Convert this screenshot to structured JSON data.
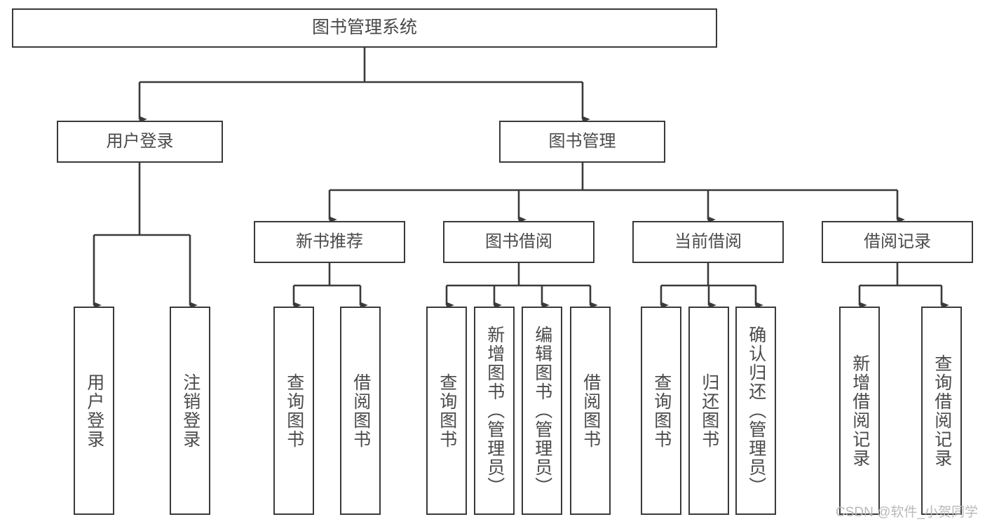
{
  "diagram": {
    "title": "图书管理系统",
    "type": "tree",
    "orientation": "top-down",
    "colors": {
      "box_border": "#3a3a3a",
      "box_fill": "#ffffff",
      "connector": "#3a3a3a",
      "text": "#4a4a4a",
      "watermark": "#b9b9b9",
      "background": "#ffffff"
    },
    "root": {
      "id": "root",
      "label": "图书管理系统"
    },
    "level1": [
      {
        "id": "user-login",
        "label": "用户登录"
      },
      {
        "id": "book-management",
        "label": "图书管理"
      }
    ],
    "level2": [
      {
        "id": "new-book-recommend",
        "label": "新书推荐",
        "parent": "book-management"
      },
      {
        "id": "book-borrow",
        "label": "图书借阅",
        "parent": "book-management"
      },
      {
        "id": "current-borrow",
        "label": "当前借阅",
        "parent": "book-management"
      },
      {
        "id": "borrow-record",
        "label": "借阅记录",
        "parent": "book-management"
      }
    ],
    "leaves": [
      {
        "id": "leaf-user-login",
        "label": "用户登录",
        "parent": "user-login"
      },
      {
        "id": "leaf-logout",
        "label": "注销登录",
        "parent": "user-login"
      },
      {
        "id": "leaf-query-book-1",
        "label": "查询图书",
        "parent": "new-book-recommend"
      },
      {
        "id": "leaf-borrow-book-1",
        "label": "借阅图书",
        "parent": "new-book-recommend"
      },
      {
        "id": "leaf-query-book-2",
        "label": "查询图书",
        "parent": "book-borrow"
      },
      {
        "id": "leaf-add-book",
        "label": "新增图书（管理员）",
        "parent": "book-borrow"
      },
      {
        "id": "leaf-edit-book",
        "label": "编辑图书（管理员）",
        "parent": "book-borrow"
      },
      {
        "id": "leaf-borrow-book-2",
        "label": "借阅图书",
        "parent": "book-borrow"
      },
      {
        "id": "leaf-query-book-3",
        "label": "查询图书",
        "parent": "current-borrow"
      },
      {
        "id": "leaf-return-book",
        "label": "归还图书",
        "parent": "current-borrow"
      },
      {
        "id": "leaf-confirm-return",
        "label": "确认归还（管理员）",
        "parent": "current-borrow"
      },
      {
        "id": "leaf-add-record",
        "label": "新增借阅记录",
        "parent": "borrow-record"
      },
      {
        "id": "leaf-query-record",
        "label": "查询借阅记录",
        "parent": "borrow-record"
      }
    ]
  },
  "watermark": {
    "text": "CSDN @软件_小贺同学"
  }
}
